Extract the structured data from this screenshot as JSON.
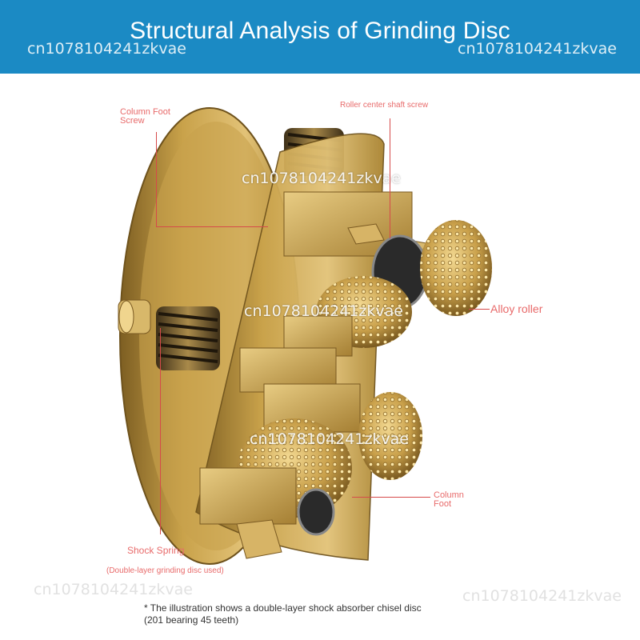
{
  "banner": {
    "title": "Structural Analysis of Grinding Disc",
    "watermark": "cn1078104241zkvae",
    "color": "#1b8ac4"
  },
  "labels": {
    "column_foot_screw_1": "Column Foot",
    "column_foot_screw_2": "Screw",
    "roller_center_shaft_screw": "Roller center shaft screw",
    "alloy_roller": "Alloy roller",
    "column_foot_1": "Column",
    "column_foot_2": "Foot",
    "shock_spring": "Shock Spring",
    "double_layer_note": "(Double-layer grinding disc used)"
  },
  "watermarks": {
    "middle_top": "cn1078104241zkvae",
    "middle": "cn1078104241zkvae",
    "middle_low": "cn1078104241zkvae",
    "bottom_left": "cn1078104241zkvae",
    "bottom_right": "cn1078104241zkvae"
  },
  "footnote": {
    "line1": "* The illustration shows a double-layer shock absorber chisel disc",
    "line2": "(201 bearing 45 teeth)"
  },
  "colors": {
    "label": "#e86a6a",
    "leader": "#d64a4a",
    "gold": "#c9a24a",
    "gold_dark": "#8a6a2a",
    "gold_light": "#e6c878"
  }
}
